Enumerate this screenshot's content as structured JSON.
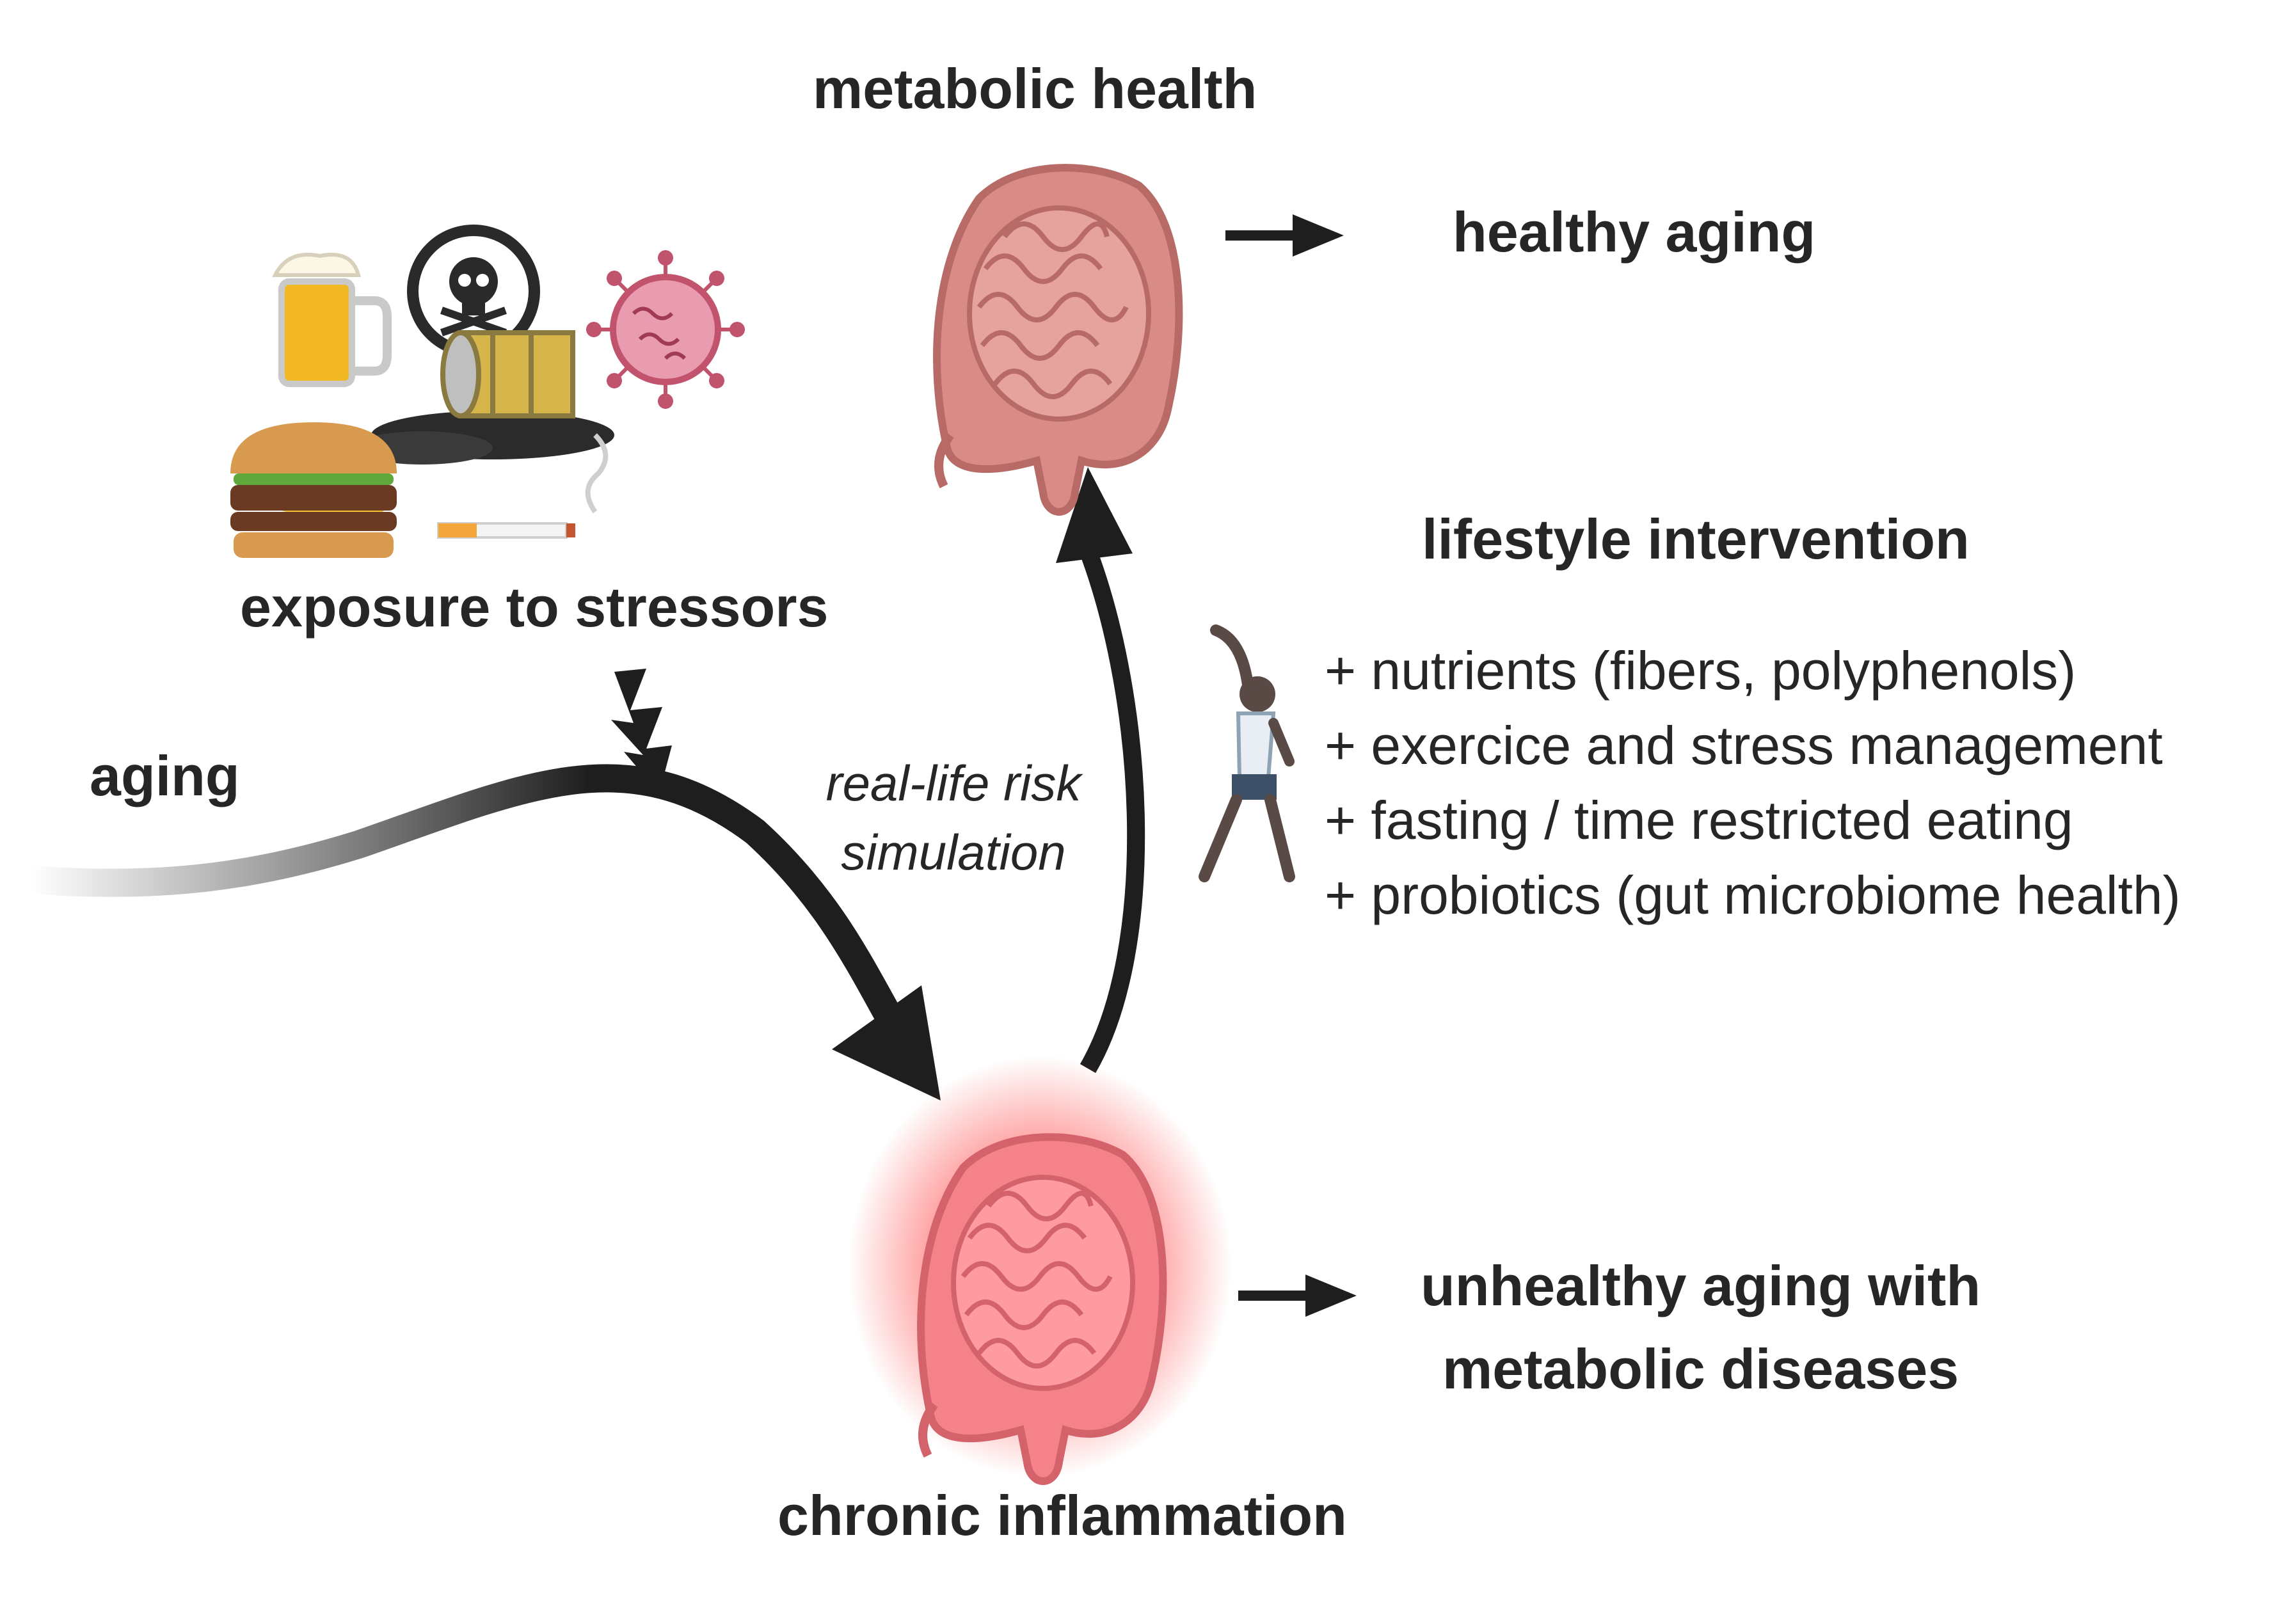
{
  "labels": {
    "metabolic_health": "metabolic health",
    "healthy_aging": "healthy aging",
    "exposure": "exposure to stressors",
    "aging": "aging",
    "simulation_line1": "real-life risk",
    "simulation_line2": "simulation",
    "lifestyle": "lifestyle intervention",
    "chronic": "chronic inflammation",
    "unhealthy_line1": "unhealthy aging with",
    "unhealthy_line2": "metabolic diseases"
  },
  "interventions": [
    "+ nutrients (fibers, polyphenols)",
    "+ exercice and stress management",
    "+ fasting / time restricted eating",
    "+ probiotics (gut microbiome health)"
  ],
  "icons": [
    "beer-mug-icon",
    "skull-crossbones-icon",
    "oil-barrel-icon",
    "virus-icon",
    "burger-icon",
    "cigarette-icon",
    "lightning-icon",
    "gut-icon",
    "inflamed-gut-icon",
    "stretching-woman-icon"
  ],
  "colors": {
    "arrow": "#1e1e1e",
    "gut_healthy": "#d98b86",
    "gut_inflamed": "#cf5b52",
    "inflammation_glow": "#ff4a4a"
  }
}
